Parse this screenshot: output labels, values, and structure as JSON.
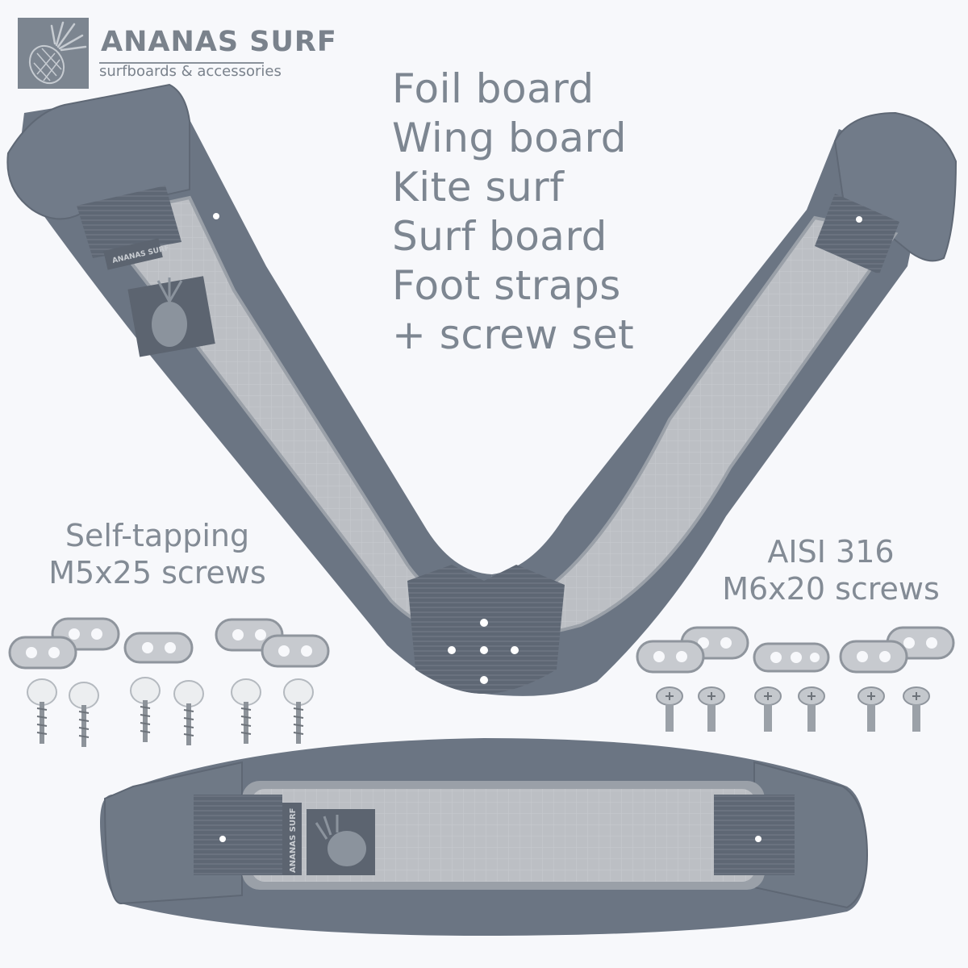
{
  "brand": {
    "name": "ANANAS SURF",
    "tagline": "surfboards & accessories",
    "strap_logo_text": "ANANAS SURF"
  },
  "headline": {
    "lines": [
      "Foil board",
      "Wing board",
      "Kite surf",
      "Surf board",
      "Foot straps",
      "+ screw set"
    ]
  },
  "screw_sets": {
    "left": {
      "lines": [
        "Self-tapping",
        "M5x25 screws"
      ]
    },
    "right": {
      "lines": [
        "AISI 316",
        "M6x20 screws"
      ]
    }
  },
  "colors": {
    "strap_body": "#6b7583",
    "strap_shadow": "#58616e",
    "pad": "#b9bcc1",
    "pad_edge": "#9aa0a8",
    "webbing": "#5d6672",
    "text": "#7d8691",
    "background": "#f7f8fb"
  }
}
